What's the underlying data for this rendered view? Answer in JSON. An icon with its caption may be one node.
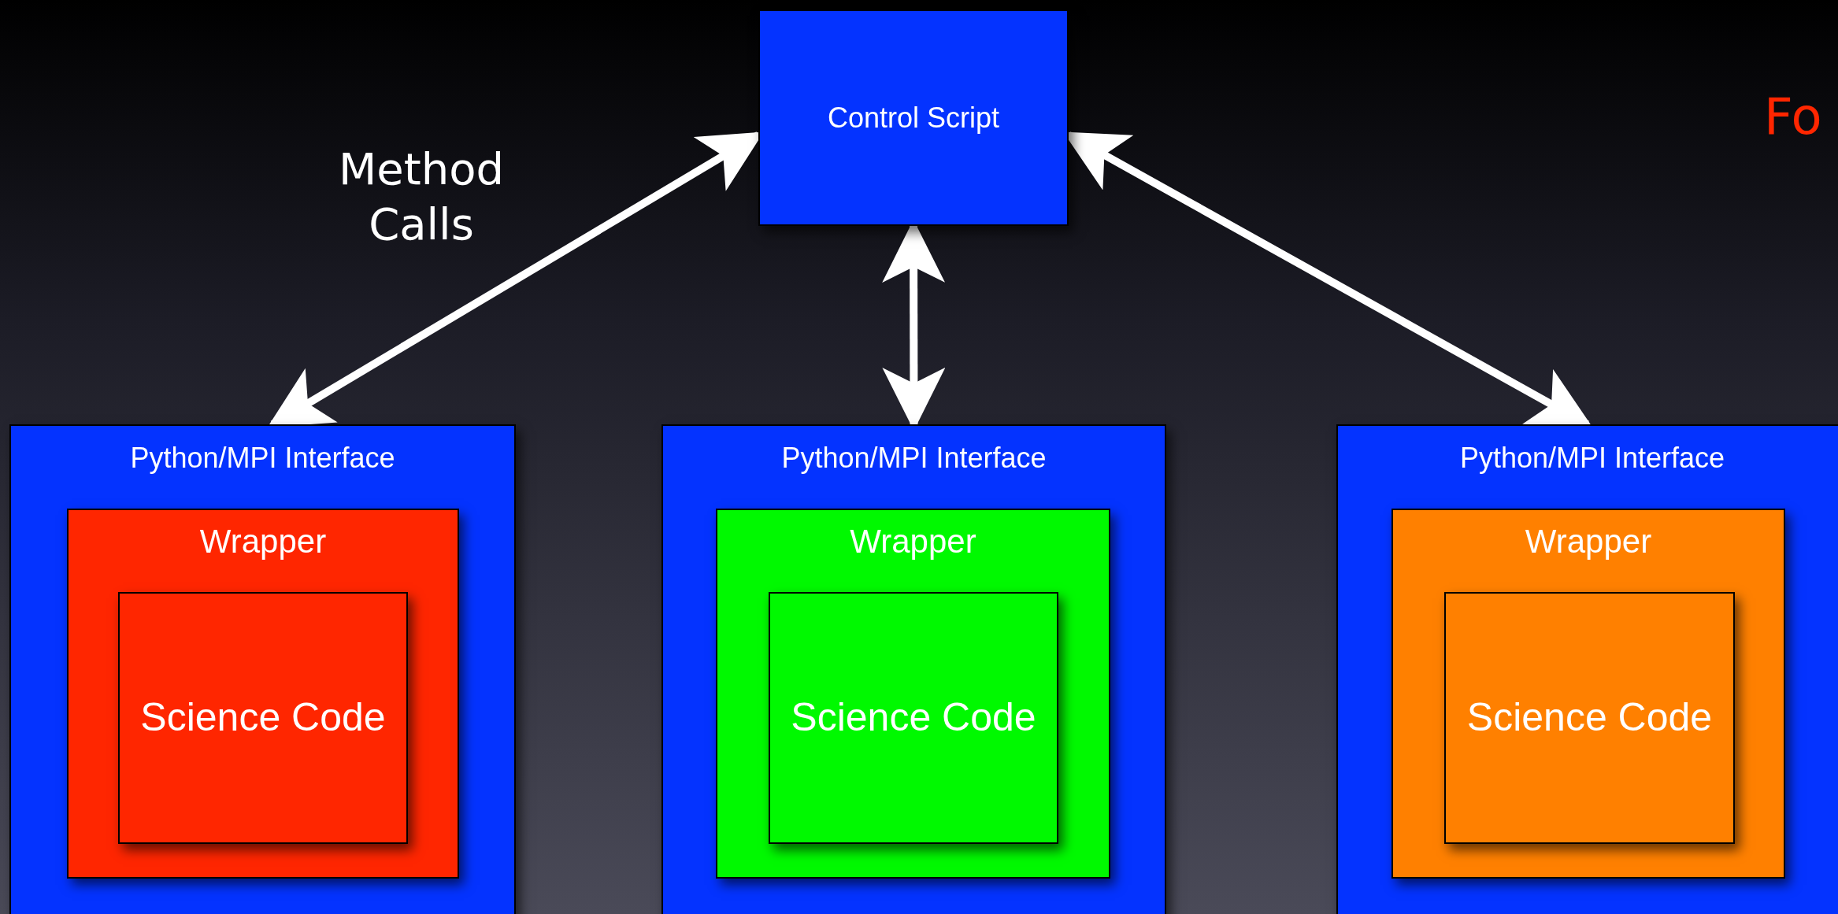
{
  "diagram": {
    "nodes": [
      {
        "text": [
          "Control Script"
        ]
      },
      {
        "text": [
          "Python/MPI Interface"
        ]
      },
      {
        "text": [
          "Wrapper"
        ],
        "in": 1
      },
      {
        "text": [
          "Science Code"
        ],
        "in": 2
      },
      {
        "text": [
          "Python/MPI Interface"
        ]
      },
      {
        "text": [
          "Wrapper"
        ],
        "in": 4
      },
      {
        "text": [
          "Science Code"
        ],
        "in": 5
      },
      {
        "text": [
          "Python/MPI Interface"
        ]
      },
      {
        "text": [
          "Wrapper"
        ],
        "in": 7
      },
      {
        "text": [
          "Science Code"
        ],
        "in": 8
      }
    ],
    "edges": [
      {
        "from": 0,
        "to": 1,
        "arrow": "both",
        "label": "Method Calls"
      },
      {
        "from": 0,
        "to": 4,
        "arrow": "both"
      },
      {
        "from": 0,
        "to": 7,
        "arrow": "both"
      }
    ],
    "labels": [
      "Fo"
    ]
  }
}
